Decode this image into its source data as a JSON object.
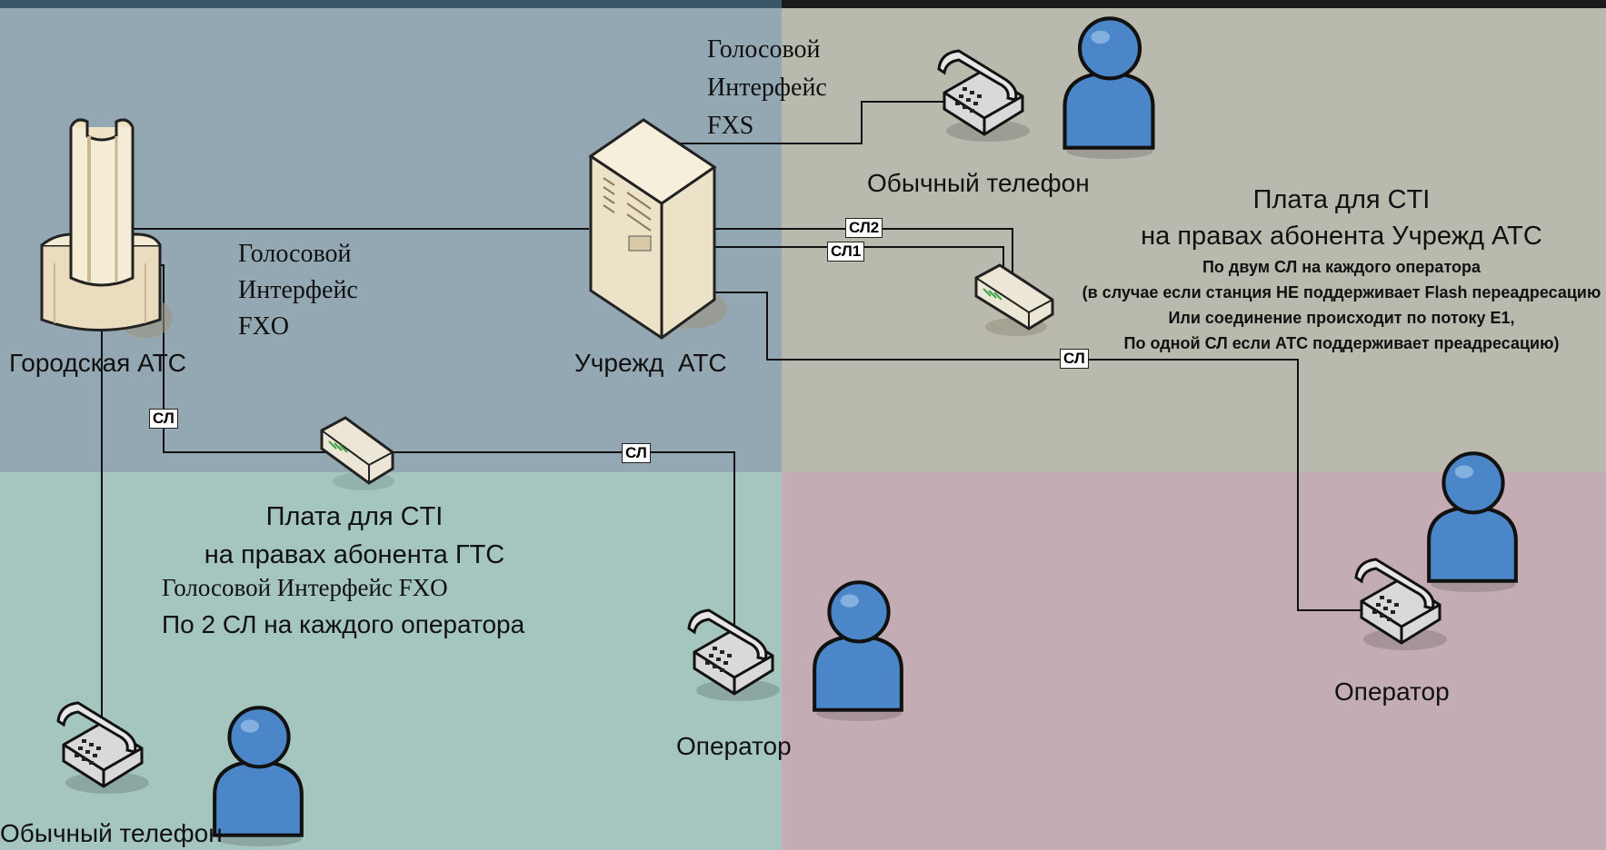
{
  "colors": {
    "quadrant_top_left": "#93a8b3",
    "quadrant_top_right": "#bab9ad",
    "quadrant_bottom_left": "#a5c5bf",
    "quadrant_bottom_right": "#c3acb3",
    "person": "#4a86c8",
    "wire": "#111111"
  },
  "nodes": {
    "city_pbx": {
      "label": "Городская АТС",
      "icon": "pbx-tower-icon"
    },
    "office_pbx": {
      "label": "Учрежд  АТС",
      "icon": "server-rack-icon"
    },
    "phone_top": {
      "label": "Обычный телефон",
      "icon": "telephone-icon"
    },
    "phone_bottom": {
      "label": "Обычный телефон",
      "icon": "telephone-icon"
    },
    "operator_middle": {
      "label": "Оператор",
      "icon": "telephone-icon"
    },
    "operator_right": {
      "label": "Оператор",
      "icon": "telephone-icon"
    }
  },
  "labels": {
    "fxs": [
      "Голосовой",
      "Интерфейс",
      "FXS"
    ],
    "fxo": [
      "Голосовой",
      "Интерфейс",
      "FXO"
    ],
    "cti_right": {
      "title": [
        "Плата для CTI",
        "на правах абонента Учрежд АТС"
      ],
      "notes": [
        "По двум СЛ на каждого оператора",
        "(в случае если станция НЕ поддерживает Flash переадресацию",
        "Или соединение происходит по потоку Е1,",
        "По одной СЛ если АТС поддерживает преадресацию)"
      ]
    },
    "cti_left": {
      "title": [
        "Плата для CTI",
        "на правах абонента ГТС"
      ],
      "interface": "Голосовой Интерфейс FXO",
      "note": "По 2 СЛ на каждого оператора"
    }
  },
  "line_tags": {
    "sl2": "СЛ2",
    "sl1": "СЛ1",
    "sl_right": "СЛ",
    "sl_left_vertical": "СЛ",
    "sl_left_horizontal": "СЛ"
  }
}
